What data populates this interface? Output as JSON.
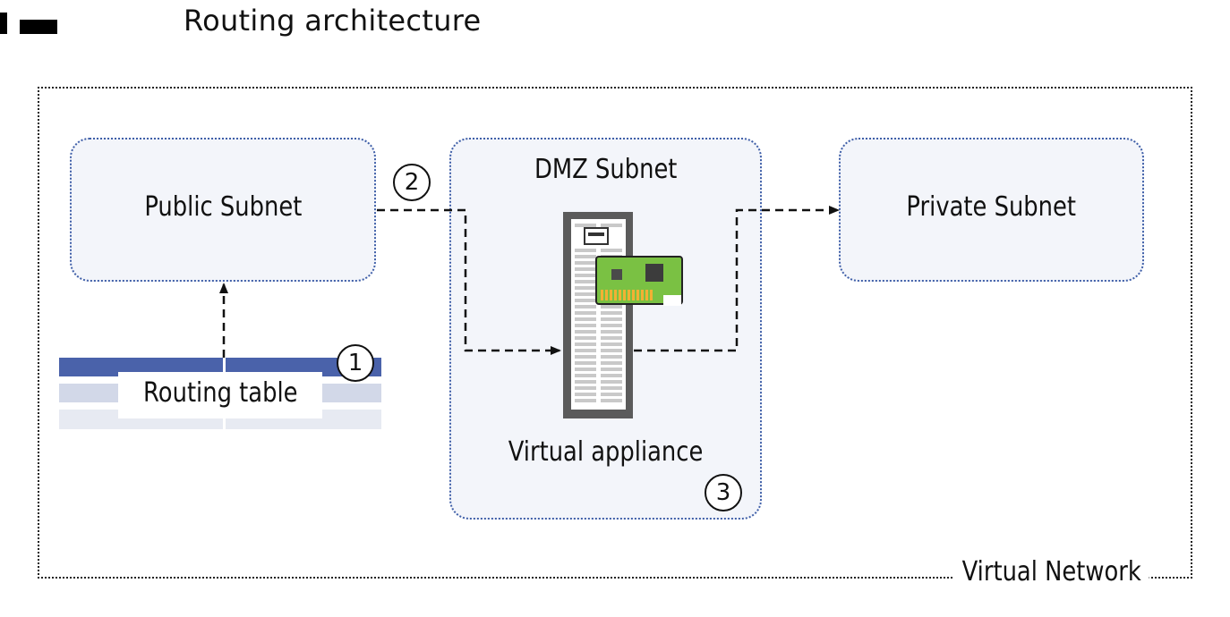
{
  "header": {
    "title": "Routing architecture"
  },
  "network": {
    "label": "Virtual Network"
  },
  "subnets": {
    "public": "Public Subnet",
    "dmz": "DMZ Subnet",
    "private": "Private Subnet"
  },
  "routing_table": {
    "label": "Routing table"
  },
  "appliance": {
    "label": "Virtual appliance"
  },
  "steps": {
    "one": "1",
    "two": "2",
    "three": "3"
  },
  "colors": {
    "subnet_border": "#3f5fa8",
    "subnet_fill": "#f3f5fa",
    "table_header": "#4a62aa",
    "card_green": "#7ac143"
  }
}
